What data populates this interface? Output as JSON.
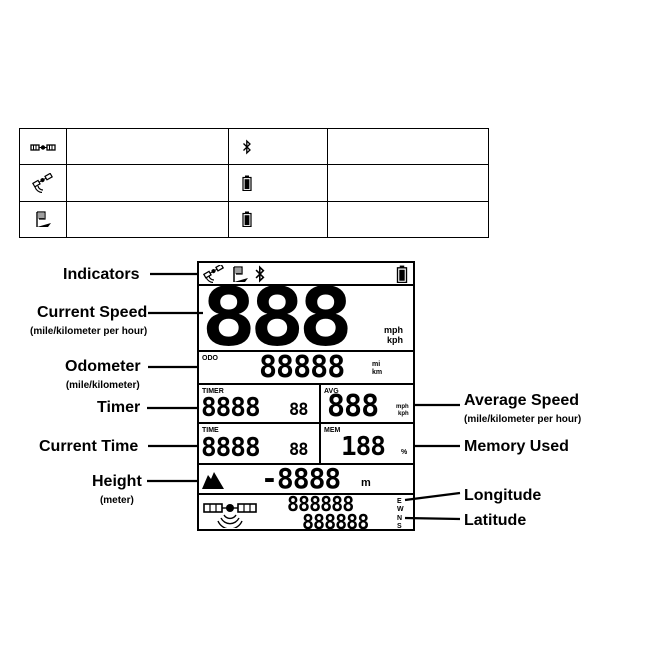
{
  "legend_table": {
    "rows": [
      {
        "left_icon": "satellite-icon",
        "right_icon": "bluetooth-icon"
      },
      {
        "left_icon": "satellite-signal-icon",
        "right_icon": "battery-icon"
      },
      {
        "left_icon": "flag-icon",
        "right_icon": "battery-icon"
      }
    ]
  },
  "labels": {
    "indicators": "Indicators",
    "current_speed": "Current Speed",
    "current_speed_sub": "(mile/kilometer per hour)",
    "odometer": "Odometer",
    "odometer_sub": "(mile/kilometer)",
    "timer": "Timer",
    "current_time": "Current Time",
    "height": "Height",
    "height_sub": "(meter)",
    "average_speed": "Average Speed",
    "average_speed_sub": "(mile/kilometer per hour)",
    "memory_used": "Memory Used",
    "longitude": "Longitude",
    "latitude": "Latitude"
  },
  "lcd": {
    "speed_digits": "888",
    "speed_unit_1": "mph",
    "speed_unit_2": "kph",
    "odo_label": "ODO",
    "odo_digits": "88888",
    "odo_unit_1": "mi",
    "odo_unit_2": "km",
    "timer_label": "TIMER",
    "timer_digits": "8888",
    "timer_small": "88",
    "avg_label": "AVG",
    "avg_digits": "888",
    "avg_unit_1": "mph",
    "avg_unit_2": "kph",
    "time_label": "TIME",
    "time_digits": "8888",
    "time_small": "88",
    "mem_label": "MEM",
    "mem_digits": "188",
    "mem_unit": "%",
    "height_digits": "-8888",
    "height_unit": "m",
    "lon_digits": "888888",
    "lat_digits": "888888",
    "dir_e": "E",
    "dir_w": "W",
    "dir_n": "N",
    "dir_s": "S"
  }
}
